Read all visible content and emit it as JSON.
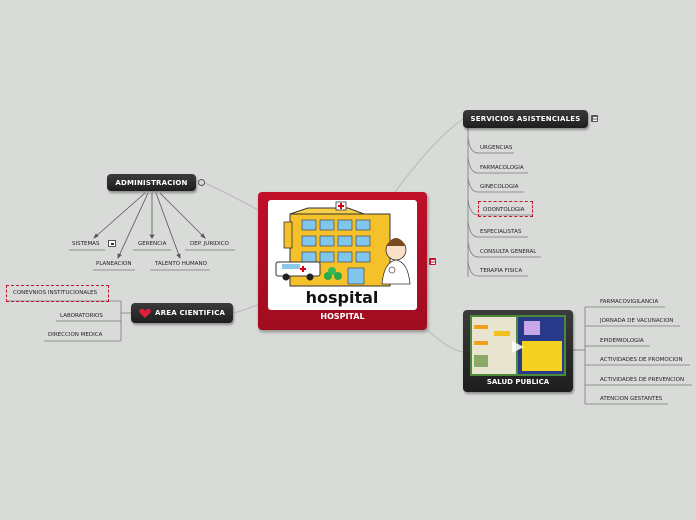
{
  "central": {
    "title": "HOSPITAL",
    "image_text": "hospital"
  },
  "administracion": {
    "title": "ADMINISTRACION",
    "children": [
      "SISTEMAS",
      "PLANEACION",
      "GERENCIA",
      "TALENTO HUMANO",
      "DEP. JURIDICO"
    ]
  },
  "area_cientifica": {
    "title": "AREA CIENTIFICA",
    "children": [
      "CONEVNIOS INSTITUCIONALES",
      "LABORATORIOS",
      "DIRECCION MEDICA"
    ]
  },
  "servicios": {
    "title": "SERVICIOS ASISTENCIALES",
    "children": [
      "URGENCIAS",
      "FARMACOLOGIA",
      "GINECOLOGIA",
      "ODONTOLOGIA",
      "ESPECIALISTAS",
      "CONSULTA GENERAL",
      "TERAPIA FISICA"
    ]
  },
  "salud_publica": {
    "title": "SALUD PUBLICA",
    "children": [
      "FARMACOVIGILANCIA",
      "JORNADA DE VACUNACION",
      "EPIDEMIOLOGIA",
      "ACTIVIDADES DE PROMOCION",
      "ACTIVIDADES DE PREVENCION",
      "ATENCION GESTANTES"
    ]
  },
  "colors": {
    "background": "#d9dbd9",
    "central": "#b50e24",
    "topic": "#2b2b2b",
    "dashed": "#c0182c"
  },
  "icons": [
    "note-icon",
    "globe-icon",
    "square-icon",
    "heart-icon",
    "play-icon"
  ]
}
